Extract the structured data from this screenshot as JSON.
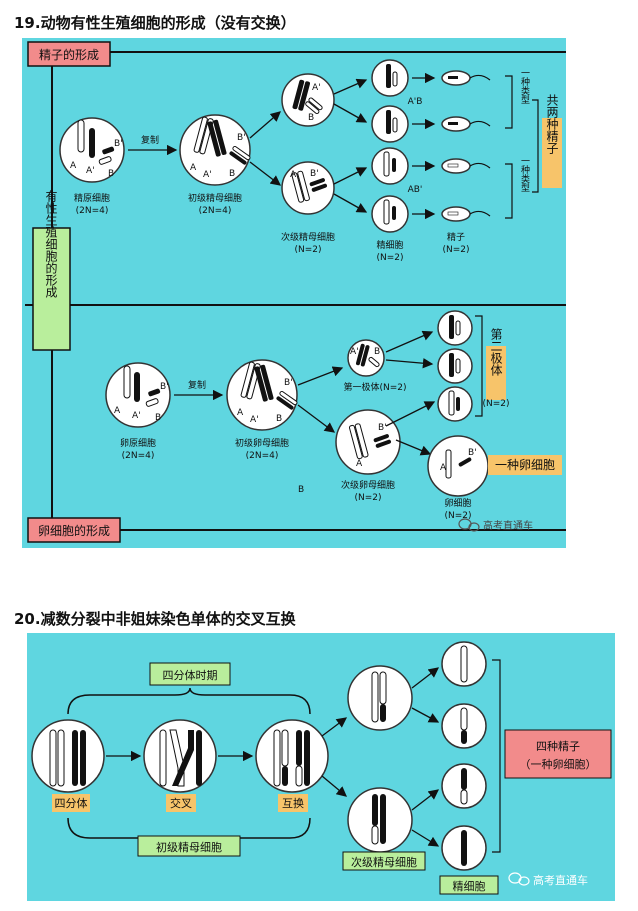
{
  "fig19": {
    "title": "19.动物有性生殖细胞的形成（没有交换）",
    "sperm_header": "精子的形成",
    "side_label": "有性生殖细胞的形成",
    "egg_footer": "卵细胞的形成",
    "copy_label": "复制",
    "sperm": {
      "cell1_label": "精原细胞",
      "cell1_n": "(2N=4)",
      "cell2_label": "初级精母细胞",
      "cell2_n": "(2N=4)",
      "cell3_label": "次级精母细胞",
      "cell3_n": "(N=2)",
      "cell4_label": "精细胞",
      "cell4_n": "(N=2)",
      "cell5_label": "精子",
      "cell5_n": "(N=2)",
      "genotype_top": "A'B",
      "genotype_bottom": "AB'",
      "type_label_1": "一种类型",
      "type_label_2": "一种类型",
      "summary": "共两种精子",
      "chrom_A": "A",
      "chrom_Ap": "A'",
      "chrom_B": "B",
      "chrom_Bp": "B'"
    },
    "egg": {
      "cell1_label": "卵原细胞",
      "cell1_n": "(2N=4)",
      "cell2_label": "初级卵母细胞",
      "cell2_n": "(2N=4)",
      "polar1_label": "第一极体(N=2)",
      "cell3_label": "次级卵母细胞",
      "cell3_n": "(N=2)",
      "egg_label": "卵细胞",
      "egg_n": "(N=2)",
      "polar2_label": "第二极体",
      "polar2_n": "(N=2)",
      "one_egg": "一种卵细胞",
      "stray_b": "B"
    },
    "watermark": "高考直通车"
  },
  "fig20": {
    "title": "20.减数分裂中非姐妹染色单体的交叉互换",
    "tetrad_period": "四分体时期",
    "tetrad": "四分体",
    "crossover": "交叉",
    "exchange": "互换",
    "primary": "初级精母细胞",
    "secondary": "次级精母细胞",
    "sperm_cell": "精细胞",
    "four_sperm": "四种精子",
    "one_egg": "（一种卵细胞）",
    "watermark": "高考直通车"
  },
  "colors": {
    "bg": "#5fd6e0",
    "pink_box": "#f28b8b",
    "green_box": "#b9ee9c",
    "orange_box": "#f7c46a",
    "cell_fill": "#ffffff",
    "dark": "#111111"
  }
}
